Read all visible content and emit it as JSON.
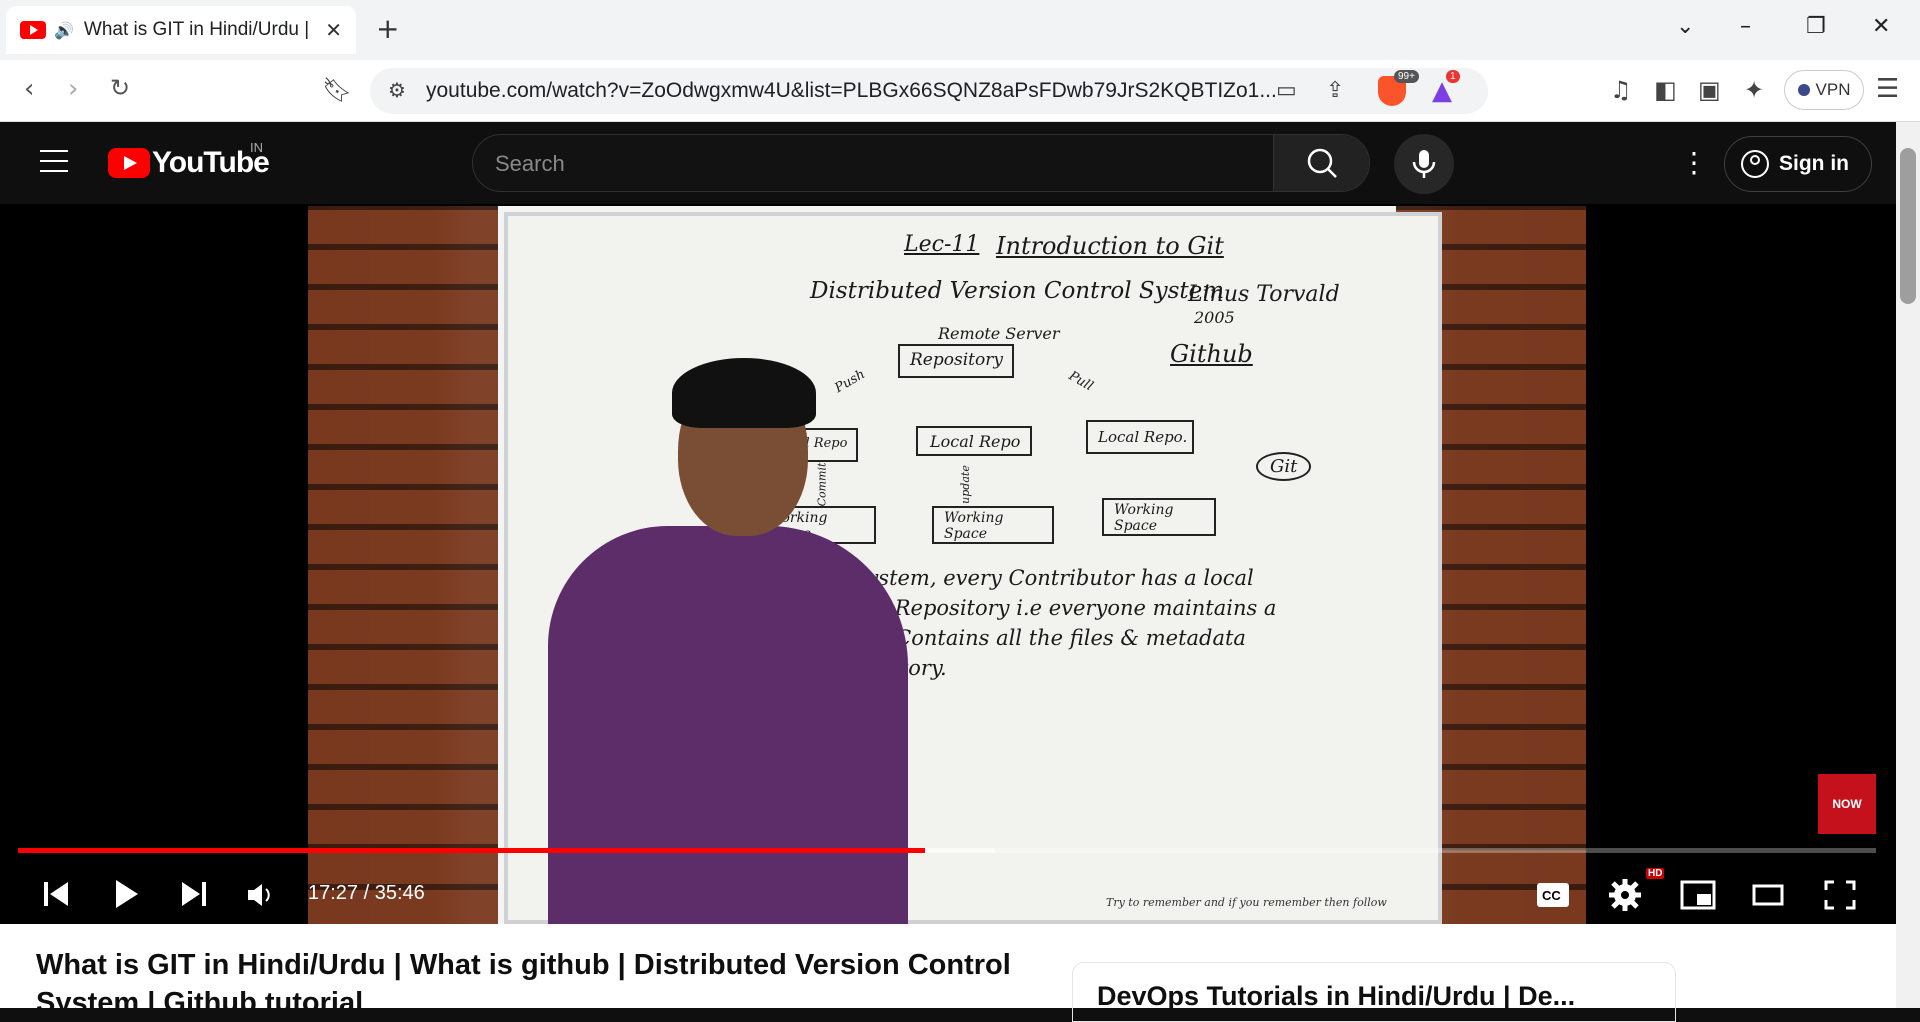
{
  "browser": {
    "tab_title": "What is GIT in Hindi/Urdu | W",
    "tab_close": "✕",
    "new_tab": "+",
    "url": "youtube.com/watch?v=ZoOdwgxmw4U&list=PLBGx66SQNZ8aPsFDwb79JrS2KQBTIZo1...",
    "brave_badge": "99+",
    "rewards_badge": "1",
    "vpn_label": "VPN"
  },
  "youtube": {
    "logo_text": "YouTube",
    "country_code": "IN",
    "search_placeholder": "Search",
    "sign_in_label": "Sign in"
  },
  "player": {
    "current_time": "17:27",
    "duration": "35:46",
    "time_display": "17:27 / 35:46",
    "progress_fraction": 0.488,
    "buffered_fraction": 0.526,
    "hd_badge": "HD",
    "subscribe_badge": "NOW",
    "bottom_hint": "Try to remember and if you remember then follow"
  },
  "whiteboard": {
    "lecture": "Lec-11",
    "heading": "Introduction to Git",
    "subtitle": "Distributed Version Control System",
    "author": "Linus Torvald",
    "year": "2005",
    "remote_server": "Remote Server",
    "repository": "Repository",
    "github": "Github",
    "git": "Git",
    "local_repo_1": "Local Repo",
    "local_repo_2": "Local Repo",
    "local_repo_3": "Local Repo.",
    "working_space_1": "Working Space",
    "working_space_2": "Working Space",
    "working_space_3": "Working Space",
    "push": "Push",
    "pull": "Pull",
    "commit": "Commit",
    "update": "update",
    "text_line_1": "Version            System, every Contributor has a local",
    "text_line_2": "ne\"  of         main  Repository  i.e  everyone  maintains a",
    "text_line_3": "        Own  Which  Contains  all  the  files & metadata",
    "text_line_4": "Repository."
  },
  "video_info": {
    "title": "What is GIT in Hindi/Urdu | What is github | Distributed Version Control System | Github tutorial",
    "playlist_title": "DevOps Tutorials in Hindi/Urdu | De..."
  },
  "colors": {
    "progress_played": "#ff0000",
    "youtube_red": "#ff0000",
    "background_dark": "#0f0f0f"
  }
}
